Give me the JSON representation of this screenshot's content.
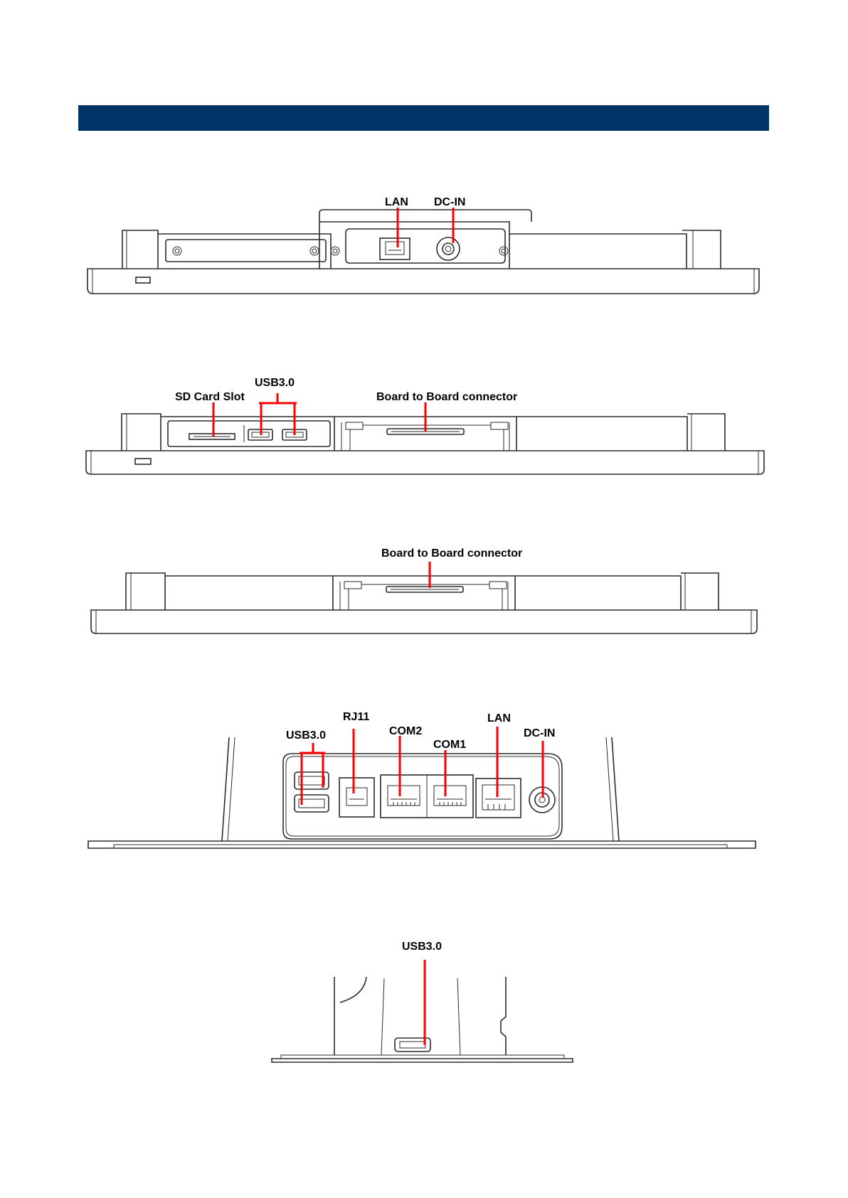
{
  "colors": {
    "header_bar": "#003366",
    "callout": "#ff0000",
    "line_art": "#2b2b2b"
  },
  "views": {
    "view1": {
      "lan": "LAN",
      "dc_in": "DC-IN"
    },
    "view2": {
      "sd_card_slot": "SD Card Slot",
      "usb": "USB3.0",
      "b2b": "Board to Board connector"
    },
    "view3": {
      "b2b": "Board to Board connector"
    },
    "view4": {
      "usb": "USB3.0",
      "rj11": "RJ11",
      "com2": "COM2",
      "com1": "COM1",
      "lan": "LAN",
      "dc_in": "DC-IN"
    },
    "view5": {
      "usb": "USB3.0"
    }
  }
}
